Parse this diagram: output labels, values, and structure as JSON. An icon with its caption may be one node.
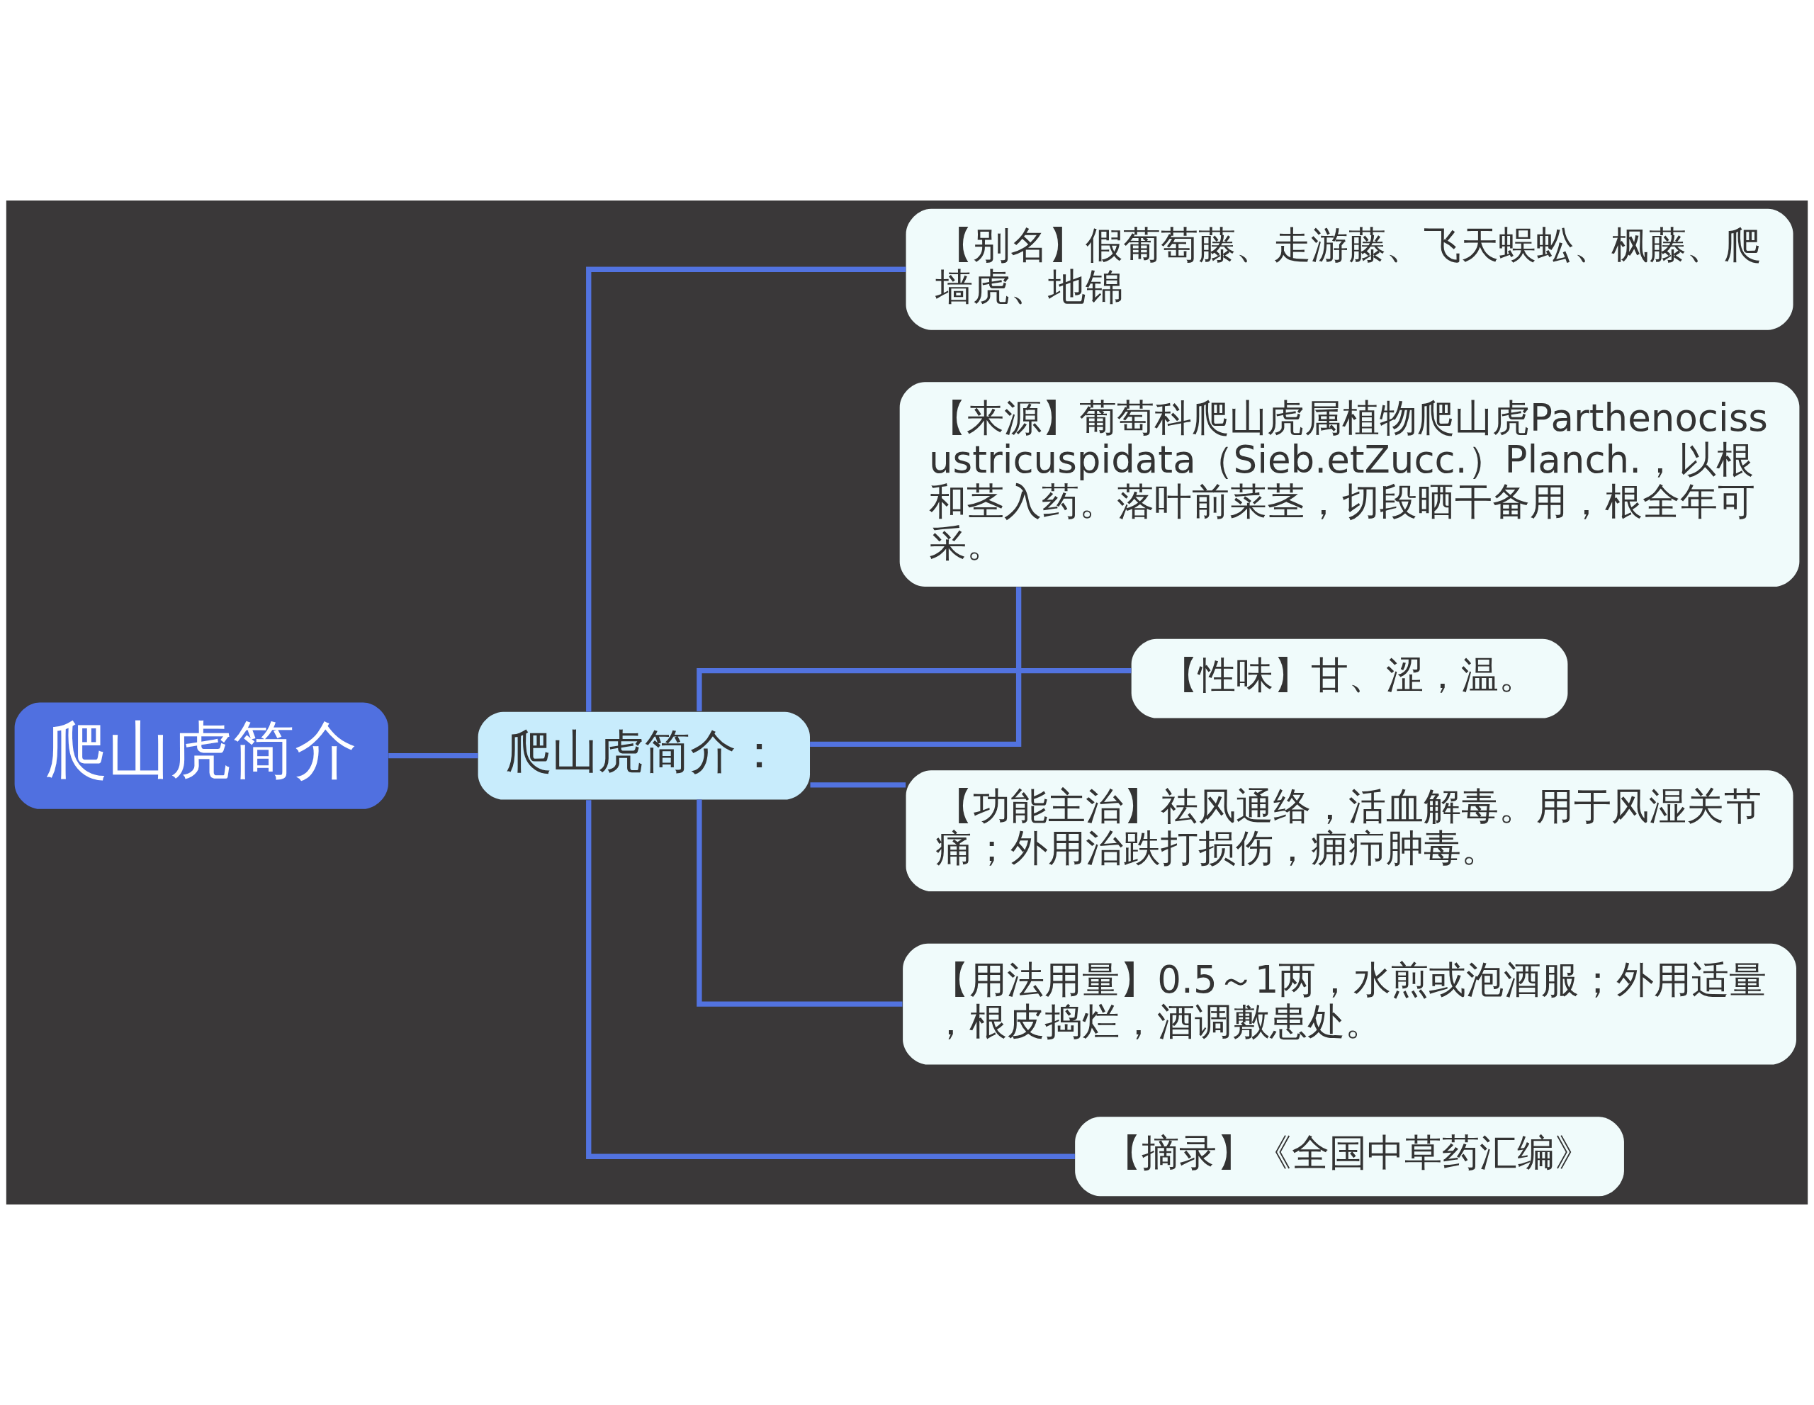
{
  "diagram": {
    "nodes": [
      {
        "text": [
          "爬山虎简介"
        ]
      },
      {
        "text": [
          "爬山虎简介："
        ]
      },
      {
        "text": [
          "【别名】假葡萄藤、走游藤、飞天蜈蚣、枫藤、爬墙虎、地锦"
        ]
      },
      {
        "text": [
          "【来源】葡萄科爬山虎属植物爬山虎Parthenocissustricuspidata（Sieb.etZucc.）Planch.，以根和茎入药。落叶前菜茎，切段晒干备用，根全年可采。"
        ]
      },
      {
        "text": [
          "【性味】甘、涩，温。"
        ]
      },
      {
        "text": [
          "【功能主治】祛风通络，活血解毒。用于风湿关节痛；外用治跌打损伤，痈疖肿毒。"
        ]
      },
      {
        "text": [
          "【用法用量】0.5～1两，水煎或泡酒服；外用适量，根皮捣烂，酒调敷患处。"
        ]
      },
      {
        "text": [
          "【摘录】《全国中草药汇编》"
        ]
      }
    ],
    "edges": [
      {
        "from": 0,
        "to": 1,
        "arrow": "none"
      },
      {
        "from": 1,
        "to": 2,
        "arrow": "none"
      },
      {
        "from": 1,
        "to": 3,
        "arrow": "none"
      },
      {
        "from": 1,
        "to": 4,
        "arrow": "none"
      },
      {
        "from": 1,
        "to": 5,
        "arrow": "none"
      },
      {
        "from": 1,
        "to": 6,
        "arrow": "none"
      },
      {
        "from": 1,
        "to": 7,
        "arrow": "none"
      }
    ]
  }
}
